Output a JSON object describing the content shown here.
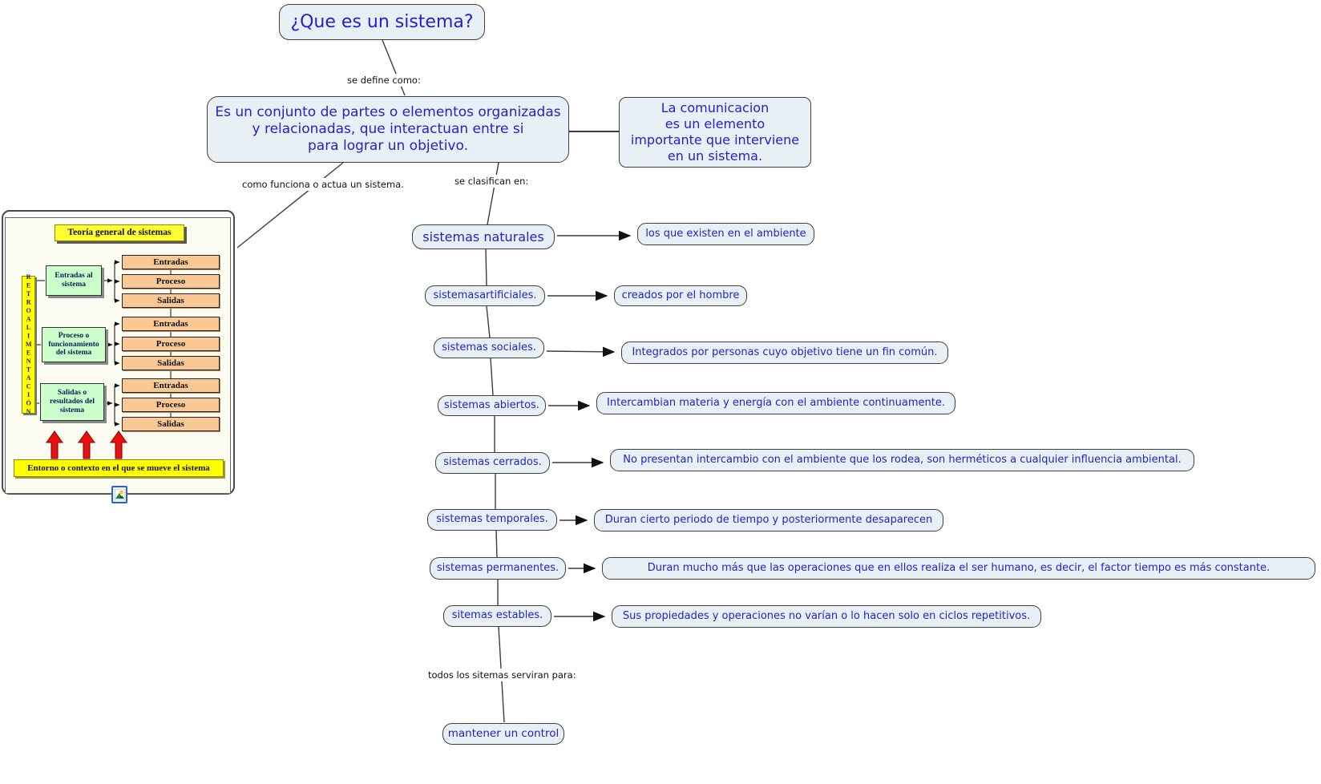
{
  "title_node": {
    "label": "¿Que es un sistema?"
  },
  "definition_node": {
    "label": "Es un conjunto de partes o elementos organizadas\ny relacionadas, que interactuan entre si\npara lograr un objetivo."
  },
  "communication_node": {
    "label": "La comunicacion\nes un elemento\nimportante que interviene\nen un sistema."
  },
  "linking_phrases": {
    "defines": "se define como:",
    "how_works": "como funciona o actua un sistema.",
    "classified": "se clasifican en:",
    "serve_for": "todos los sitemas serviran para:"
  },
  "classification": [
    {
      "name": "sistemas naturales",
      "description": "los que existen en el ambiente"
    },
    {
      "name": "sistemasartificiales.",
      "description": "creados por el hombre"
    },
    {
      "name": "sistemas sociales.",
      "description": "Integrados por personas cuyo objetivo tiene un fin común."
    },
    {
      "name": "sistemas abiertos.",
      "description": "Intercambian materia y energía con el ambiente continuamente."
    },
    {
      "name": "sistemas cerrados.",
      "description": "No presentan intercambio con el ambiente que los rodea, son herméticos a cualquier influencia ambiental."
    },
    {
      "name": "sistemas temporales.",
      "description": "Duran cierto periodo de tiempo y posteriormente desaparecen"
    },
    {
      "name": "sistemas permanentes.",
      "description": "Duran mucho más que las operaciones que en ellos realiza el ser humano, es decir, el factor tiempo es más constante."
    },
    {
      "name": "sitemas estables.",
      "description": "Sus propiedades y operaciones no varían o lo hacen solo en ciclos repetitivos."
    }
  ],
  "control_node": {
    "label": "mantener un control"
  },
  "tgs_diagram": {
    "title": "Teoría general de sistemas",
    "feedback": "RETROALIMENTACIÓN",
    "stage1": "Entradas al\nsistema",
    "stage2": "Proceso o\nfuncionamiento\ndel sistema",
    "stage3": "Salidas o\nresultados del\nsistema",
    "io": [
      "Entradas",
      "Proceso",
      "Salidas"
    ],
    "environment": "Entorno o contexto en el que se mueve el sistema"
  },
  "colors": {
    "node_fill": "#e9f0f5",
    "node_border": "#3f3f3f",
    "node_text": "#2222cc",
    "connector_line": "#3c3c3c",
    "tgs_yellow": "#ffff33",
    "tgs_green": "#ccffcc",
    "tgs_orange": "#f9c894",
    "red_arrow": "#e81212"
  }
}
